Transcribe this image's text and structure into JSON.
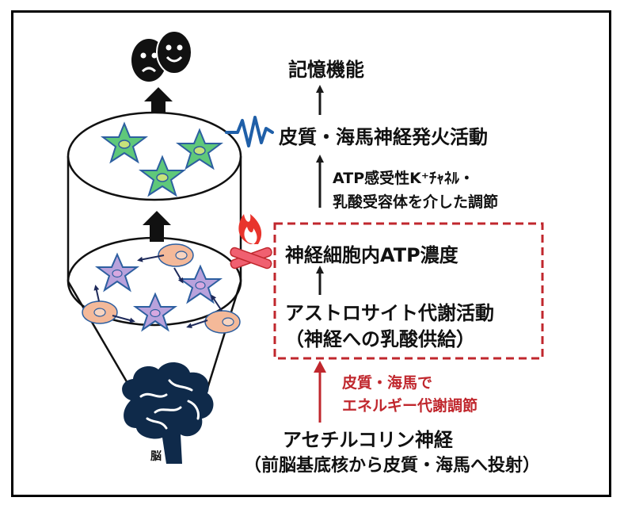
{
  "labels": {
    "memory": "記憶機能",
    "firing": "皮質・海馬神経発火活動",
    "regulation_line1": "ATP感受性K⁺ﾁｬﾈﾙ・",
    "regulation_line2": "乳酸受容体を介した調節",
    "atp": "神経細胞内ATP濃度",
    "astro_line1": "アストロサイト代謝活動",
    "astro_line2": "（神経への乳酸供給）",
    "energy_line1": "皮質・海馬で",
    "energy_line2": "エネルギー代謝調節",
    "ach_line1": "アセチルコリン神経",
    "ach_line2": "（前脳基底核から皮質・海馬へ投射）",
    "brain": "脳"
  },
  "colors": {
    "dashed_box": "#c0272d",
    "red_text": "#c0272d",
    "wave": "#1f5fa8",
    "flame": "#e8342c",
    "logs": "#f06070",
    "brain": "#0f2a4a",
    "star_green": "#5fc87a",
    "star_purple": "#b9a2dc",
    "oval_peach": "#f4b999"
  },
  "icons": [
    "theater-masks-icon",
    "wave-icon",
    "campfire-icon",
    "brain-icon"
  ]
}
